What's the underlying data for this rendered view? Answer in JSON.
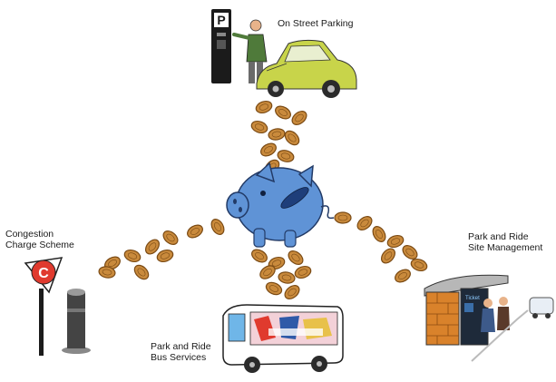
{
  "labels": {
    "on_street": "On Street Parking",
    "congestion": [
      "Congestion",
      "Charge Scheme"
    ],
    "site_mgmt": [
      "Park and Ride",
      "Site Management"
    ],
    "bus": [
      "Park and Ride",
      "Bus Services"
    ],
    "meter_sign": "P",
    "ticket": "Ticket",
    "congestion_sign": "C"
  },
  "colors": {
    "coin": "#c98a3c",
    "coin_dark": "#7a4a14",
    "piggy": "#5f93d6",
    "car": "#c8d44a",
    "sign_red": "#e03a2e",
    "brick": "#d9822b",
    "bus_blue": "#6fb6e8"
  },
  "icons": [
    "parking-meter-icon",
    "car-icon",
    "piggy-bank-icon",
    "congestion-sign-icon",
    "bollard-icon",
    "bus-icon",
    "ticket-booth-icon"
  ]
}
